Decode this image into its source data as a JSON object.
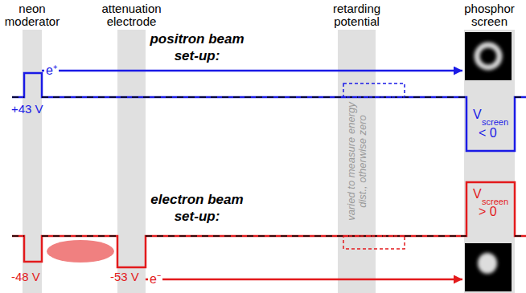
{
  "diagram": {
    "nodes": [
      {
        "text": [
          "neon moderator"
        ]
      },
      {
        "text": [
          "attenuation electrode"
        ]
      },
      {
        "text": [
          "retarding potential",
          "varied to measure energy dist., otherwise zero"
        ]
      },
      {
        "text": [
          "phosphor screen"
        ]
      }
    ],
    "edges": [
      {
        "from": 0,
        "to": 3,
        "arrow": "to",
        "label": "e⁺"
      },
      {
        "from": 1,
        "to": 3,
        "arrow": "to",
        "label": "e⁻"
      }
    ],
    "labels": [
      "positron beam set-up:",
      "+43 V",
      "V",
      "screen",
      "< 0",
      "electron beam set-up:",
      "-48 V",
      "-53 V",
      "V",
      "screen",
      "> 0"
    ]
  }
}
